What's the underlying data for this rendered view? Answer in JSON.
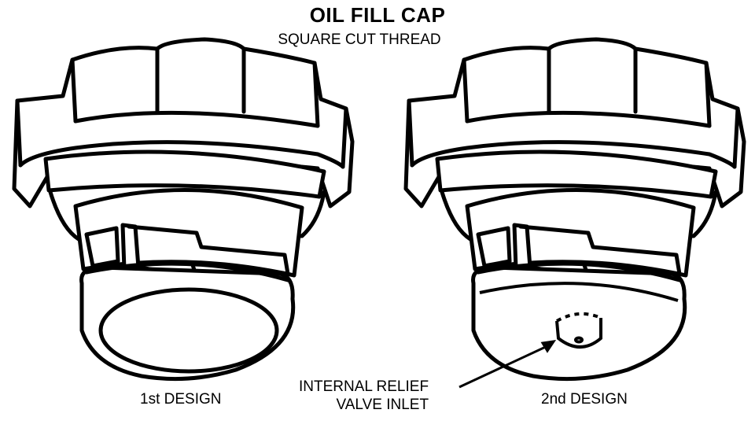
{
  "diagram": {
    "title": "OIL FILL CAP",
    "subtitle": "SQUARE CUT THREAD",
    "caps": [
      {
        "label": "1st DESIGN"
      },
      {
        "label": "2nd DESIGN"
      }
    ],
    "callout": {
      "line1": "INTERNAL RELIEF",
      "line2": "VALVE INLET"
    }
  }
}
